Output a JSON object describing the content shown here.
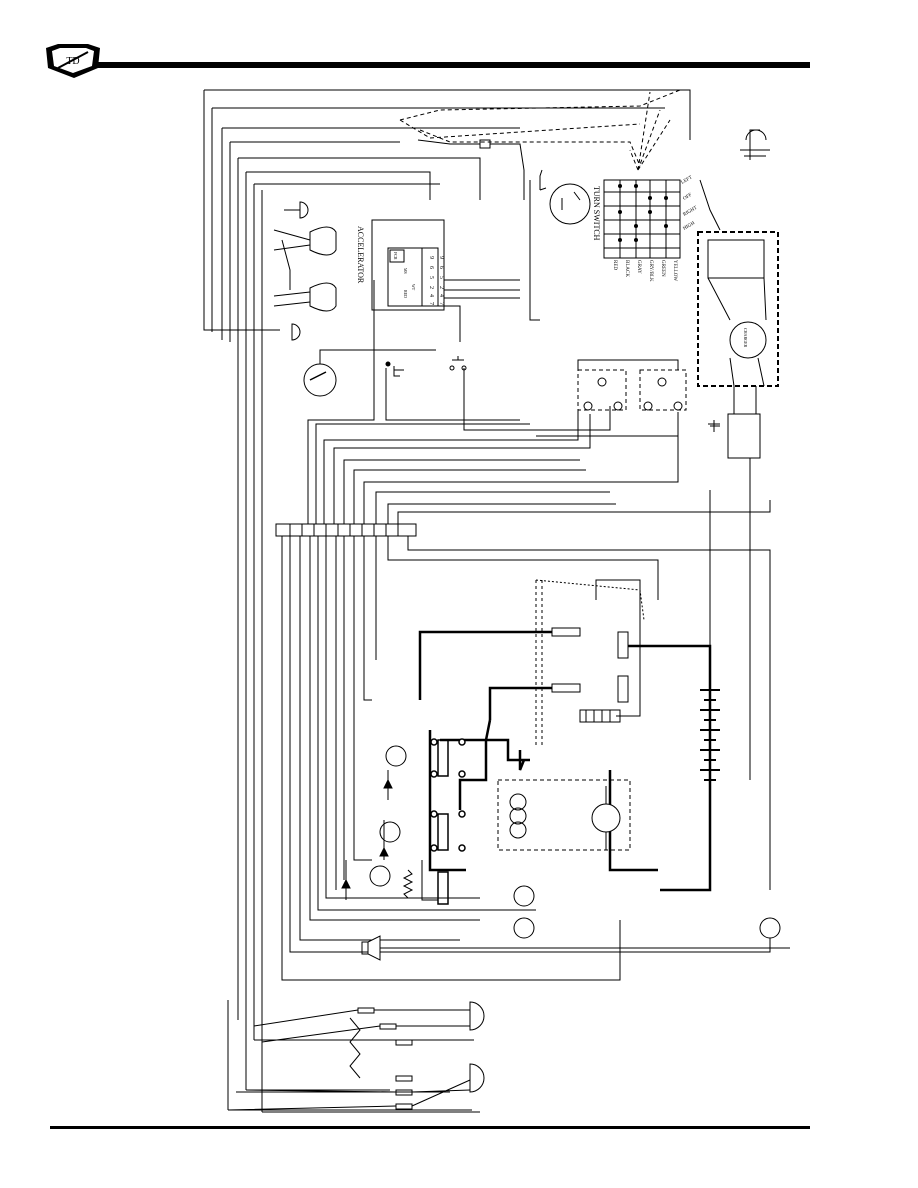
{
  "header": {
    "logo_text": "TD"
  },
  "diagram": {
    "turn_switch_label": "TURN SWITCH",
    "turn_switch_wires": [
      "YELLOW",
      "GREEN",
      "GRY/BLK",
      "GRAY",
      "BLACK",
      "RED"
    ],
    "turn_switch_positions": [
      "LEFT",
      "OFF",
      "RIGHT",
      "HIGH"
    ],
    "accelerator_label": "ACCELERATOR",
    "accelerator_pins": [
      "9",
      "6",
      "5",
      "2",
      "4",
      "7"
    ],
    "accelerator_pins_right": [
      "9",
      "6",
      "5",
      "2",
      "4",
      "7"
    ],
    "accelerator_inner": [
      "FCR",
      "MS",
      "WT",
      "RED"
    ],
    "charger_label": "CHARGER"
  }
}
